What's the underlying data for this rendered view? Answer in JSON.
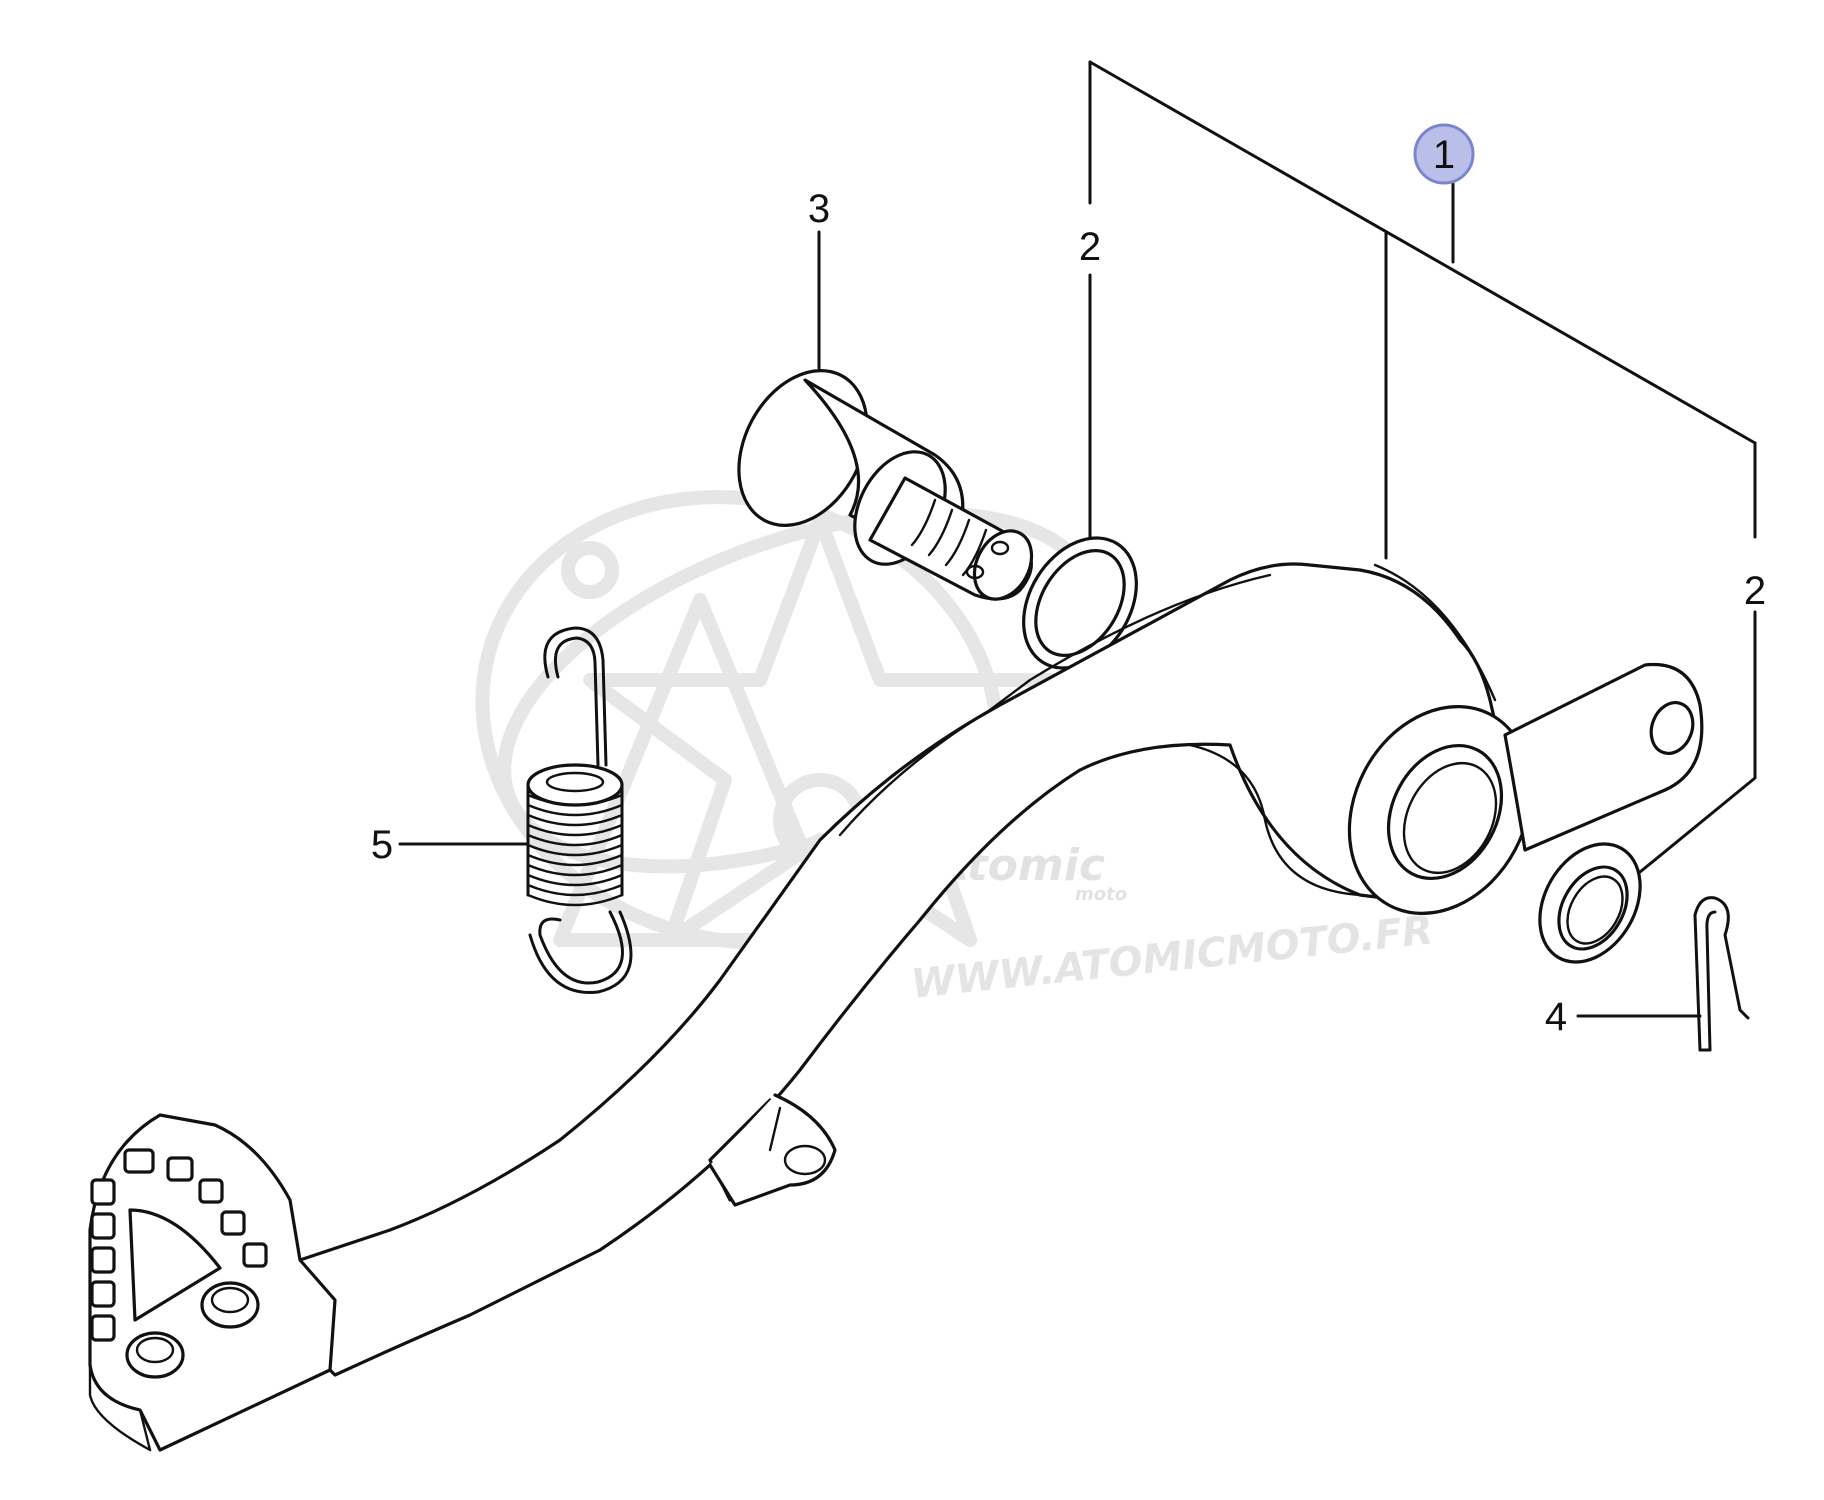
{
  "diagram": {
    "parts": [
      {
        "id": "1",
        "label": "1",
        "name": "brake-pedal-assembly",
        "highlighted": true
      },
      {
        "id": "2a",
        "label": "2",
        "name": "o-ring-left"
      },
      {
        "id": "2b",
        "label": "2",
        "name": "o-ring-right"
      },
      {
        "id": "3",
        "label": "3",
        "name": "pivot-bolt"
      },
      {
        "id": "4",
        "label": "4",
        "name": "cotter-pin"
      },
      {
        "id": "5",
        "label": "5",
        "name": "return-spring"
      }
    ]
  },
  "watermark": {
    "brand": "Atomic",
    "sub": "moto",
    "url": "WWW.ATOMICMOTO.FR"
  },
  "colors": {
    "line": "#111111",
    "highlight_fill": "#b9bfe8",
    "highlight_stroke": "#7b86cc",
    "watermark": "#e7e7e7"
  }
}
